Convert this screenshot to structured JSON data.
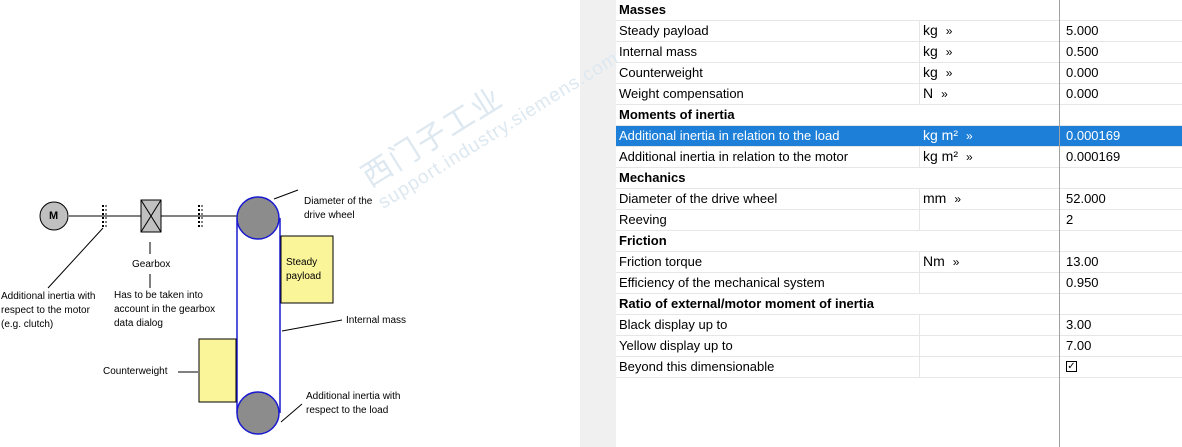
{
  "diagram": {
    "motor_label": "M",
    "gearbox_label": "Gearbox",
    "gearbox_note": "Has to be taken into\naccount in the gearbox\ndata dialog",
    "motor_inertia_note": "Additional inertia with\nrespect to the motor\n(e.g. clutch)",
    "drive_wheel_note": "Diameter of the\ndrive wheel",
    "steady_payload_label": "Steady\npayload",
    "internal_mass_label": "Internal mass",
    "counterweight_label": "Counterweight",
    "load_inertia_note": "Additional inertia with\nrespect to the load",
    "colors": {
      "payload_fill": "#fbf59a",
      "wheel_fill": "#8c8c8c",
      "belt": "#1a1ad0"
    }
  },
  "watermark": {
    "main": "西门子工业",
    "sub": "support.industry.siemens.com"
  },
  "grid": {
    "sections": [
      {
        "title": "Masses",
        "rows": [
          {
            "label": "Steady payload",
            "unit": "kg",
            "value": "5.000"
          },
          {
            "label": "Internal mass",
            "unit": "kg",
            "value": "0.500"
          },
          {
            "label": "Counterweight",
            "unit": "kg",
            "value": "0.000"
          },
          {
            "label": "Weight compensation",
            "unit": "N",
            "value": "0.000"
          }
        ]
      },
      {
        "title": "Moments of inertia",
        "rows": [
          {
            "label": "Additional inertia in relation to the load",
            "unit": "kg m²",
            "value": "0.000169",
            "selected": true
          },
          {
            "label": "Additional inertia in relation to the motor",
            "unit": "kg m²",
            "value": "0.000169"
          }
        ]
      },
      {
        "title": "Mechanics",
        "rows": [
          {
            "label": "Diameter of the drive wheel",
            "unit": "mm",
            "value": "52.000"
          },
          {
            "label": "Reeving",
            "unit": "",
            "value": "2"
          }
        ]
      },
      {
        "title": "Friction",
        "rows": [
          {
            "label": "Friction torque",
            "unit": "Nm",
            "value": "13.00"
          },
          {
            "label": "Efficiency of the mechanical system",
            "unit": "",
            "value": "0.950"
          }
        ]
      },
      {
        "title": "Ratio of external/motor moment of inertia",
        "rows": [
          {
            "label": "Black display up to",
            "unit": "",
            "value": "3.00"
          },
          {
            "label": "Yellow display up to",
            "unit": "",
            "value": "7.00"
          },
          {
            "label": "Beyond this dimensionable",
            "unit": "",
            "value": "",
            "checkbox": true,
            "checked": true
          }
        ]
      }
    ],
    "unit_arrow": "»",
    "check_glyph": "✓"
  }
}
